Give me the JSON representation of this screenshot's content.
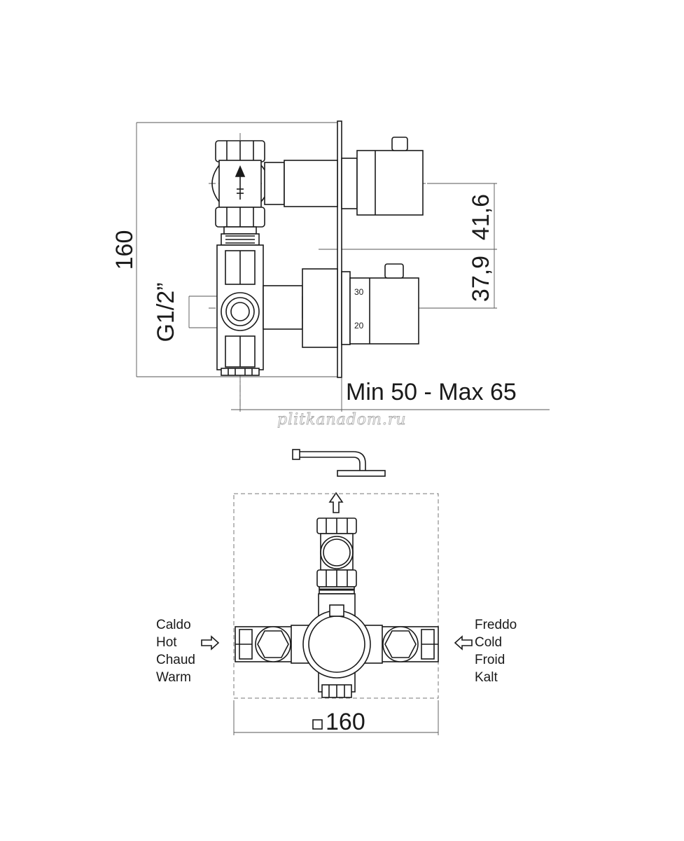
{
  "dimensions": {
    "height": "160",
    "thread": "G1/2”",
    "dim_a": "41,6",
    "dim_b": "37,9",
    "depth": "Min 50 - Max 65",
    "plate": "160"
  },
  "scale_labels": {
    "upper": "30",
    "lower": "20"
  },
  "inlets": {
    "hot": [
      "Caldo",
      "Hot",
      "Chaud",
      "Warm"
    ],
    "cold": [
      "Freddo",
      "Cold",
      "Froid",
      "Kalt"
    ]
  },
  "watermark": "plitkanadom.ru"
}
